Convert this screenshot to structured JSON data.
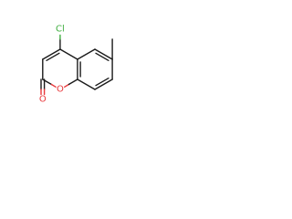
{
  "molecule": {
    "atoms": {
      "chlorine": {
        "symbol": "Cl",
        "color": "#3fae3f"
      },
      "ring_oxygen": {
        "symbol": "O",
        "color": "#e8383b"
      },
      "carbonyl_oxygen": {
        "symbol": "O",
        "color": "#e8383b"
      }
    },
    "bond_color": "#1a1a1a"
  }
}
